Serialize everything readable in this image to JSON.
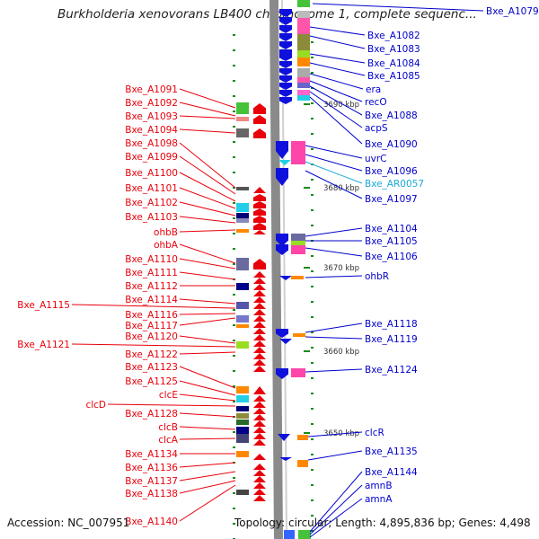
{
  "title": "Burkholderia xenovorans LB400 chromosome 1, complete sequenc...",
  "footer": {
    "accession": "Accession: NC_007951",
    "summary": "Topology: circular; Length: 4,895,836 bp; Genes: 4,498"
  },
  "colors": {
    "left_label": "#e8000b",
    "right_label": "#0000cc",
    "rna_label": "#1aa9d8",
    "backbone": "#8a8a8a",
    "tick": "#1a8a1a"
  },
  "scale_ticks": [
    "3690 kbp",
    "3680 kbp",
    "3670 kbp",
    "3660 kbp",
    "3650 kbp"
  ],
  "left_labels": [
    "Bxe_A1091",
    "Bxe_A1092",
    "Bxe_A1093",
    "Bxe_A1094",
    "Bxe_A1098",
    "Bxe_A1099",
    "Bxe_A1100",
    "Bxe_A1101",
    "Bxe_A1102",
    "Bxe_A1103",
    "ohbB",
    "ohbA",
    "Bxe_A1110",
    "Bxe_A1111",
    "Bxe_A1112",
    "Bxe_A1114",
    "Bxe_A1115",
    "Bxe_A1116",
    "Bxe_A1117",
    "Bxe_A1120",
    "Bxe_A1121",
    "Bxe_A1122",
    "Bxe_A1123",
    "Bxe_A1125",
    "clcE",
    "clcD",
    "Bxe_A1128",
    "clcB",
    "clcA",
    "Bxe_A1134",
    "Bxe_A1136",
    "Bxe_A1137",
    "Bxe_A1138",
    "Bxe_A1140"
  ],
  "right_labels": [
    "Bxe_A1079",
    "Bxe_A1082",
    "Bxe_A1083",
    "Bxe_A1084",
    "Bxe_A1085",
    "era",
    "recO",
    "Bxe_A1088",
    "acpS",
    "Bxe_A1090",
    "uvrC",
    "Bxe_A1096",
    "Bxe_AR0057",
    "Bxe_A1097",
    "Bxe_A1104",
    "Bxe_A1105",
    "Bxe_A1106",
    "ohbR",
    "Bxe_A1118",
    "Bxe_A1119",
    "Bxe_A1124",
    "clcR",
    "Bxe_A1135",
    "Bxe_A1144",
    "amnB",
    "amnA"
  ]
}
